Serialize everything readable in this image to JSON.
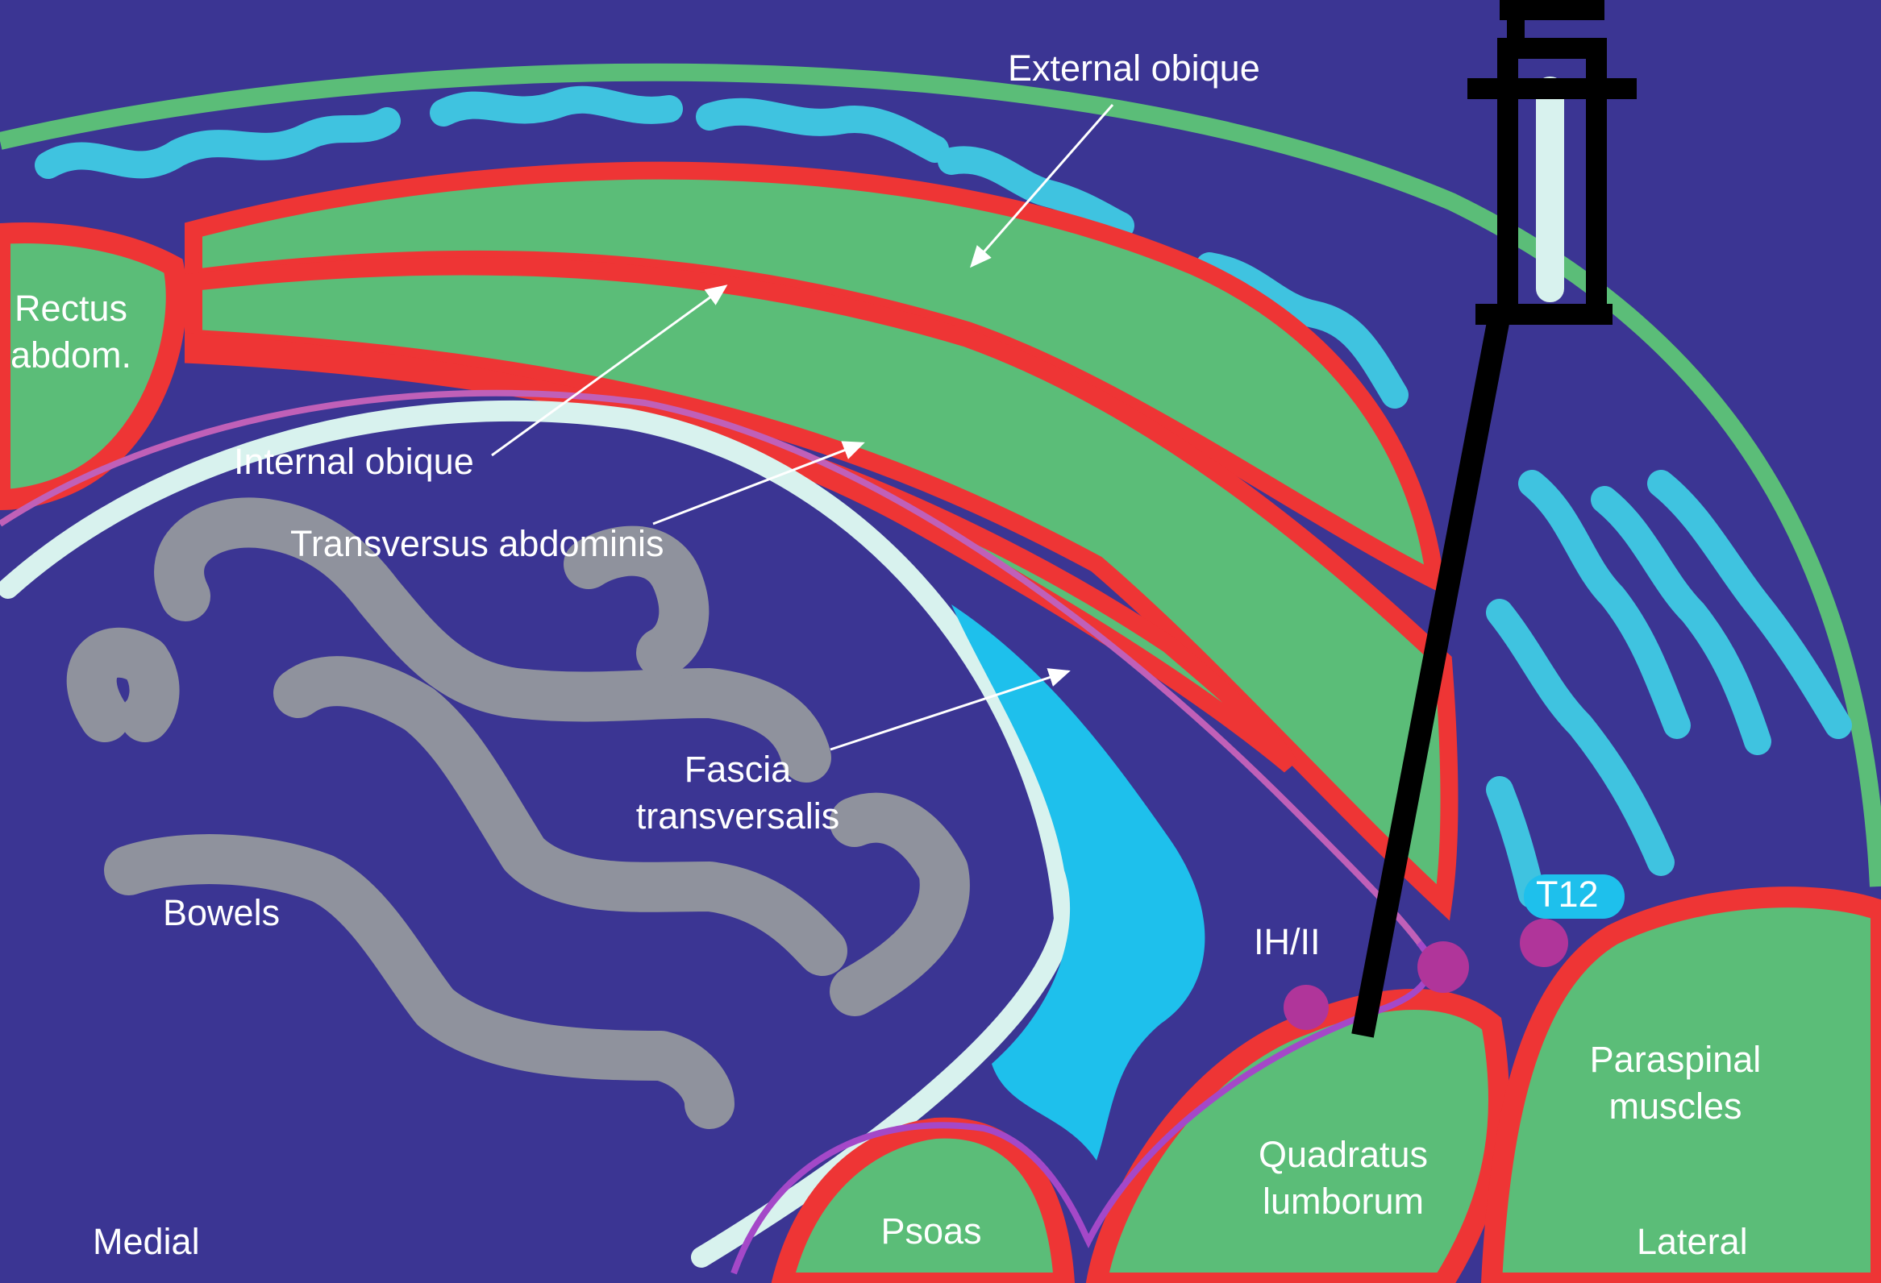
{
  "labels": {
    "external_oblique": "External obique",
    "internal_oblique": "Internal obique",
    "transversus_abdominis": "Transversus abdominis",
    "fascia_transversalis_line1": "Fascia",
    "fascia_transversalis_line2": "transversalis",
    "rectus_line1": "Rectus",
    "rectus_line2": "abdom.",
    "bowels": "Bowels",
    "ih_ii": "IH/II",
    "t12": "T12",
    "paraspinal_line1": "Paraspinal",
    "paraspinal_line2": "muscles",
    "quadratus_line1": "Quadratus",
    "quadratus_line2": "lumborum",
    "psoas": "Psoas",
    "medial": "Medial",
    "lateral": "Lateral"
  },
  "colors": {
    "background": "#3b3593",
    "muscle": "#5bbd78",
    "fascia_red": "#ee3535",
    "fascia_yellow": "#e0e47a",
    "subcutaneous_fat": "#3fc3e0",
    "peritoneum": "#d8f2ee",
    "bowel": "#8f929d",
    "fluid": "#1ec0ec",
    "nerve": "#b0359a",
    "needle": "#000000",
    "fascia_line": "#c060b8",
    "annotation_arrow": "#ffffff"
  }
}
